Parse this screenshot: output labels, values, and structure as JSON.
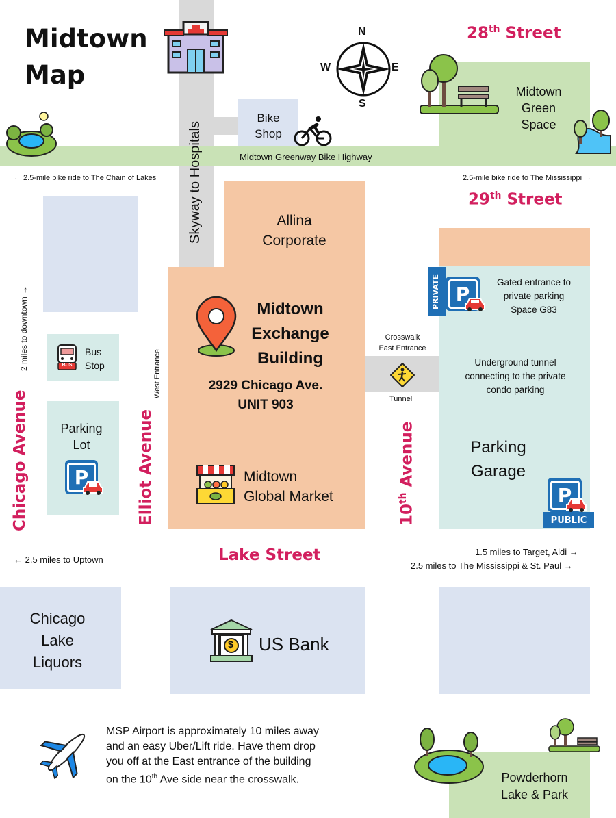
{
  "title": [
    "Midtown",
    "Map"
  ],
  "compass": {
    "n": "N",
    "s": "S",
    "e": "E",
    "w": "W"
  },
  "streets": {
    "street28": {
      "num": "28",
      "suffix": "th",
      "word": " Street"
    },
    "street29": {
      "num": "29",
      "suffix": "th",
      "word": " Street"
    },
    "lake": "Lake Street",
    "chicago": "Chicago Avenue",
    "elliot": "Elliot Avenue",
    "tenth": {
      "num": "10",
      "suffix": "th",
      "word": " Avenue"
    },
    "skyway": "Skyway to Hospitals",
    "greenway": "Midtown Greenway Bike Highway"
  },
  "directions": {
    "chain_of_lakes": "← 2.5-mile bike ride to The Chain of Lakes",
    "mississippi_bike": "2.5-mile bike ride to The Mississippi →",
    "downtown": "2 miles to downtown →",
    "uptown": "← 2.5 miles to Uptown",
    "target": "1.5 miles to Target, Aldi →",
    "stpaul": "2.5 miles to The Mississippi & St. Paul →"
  },
  "places": {
    "bike_shop": [
      "Bike",
      "Shop"
    ],
    "green_space": [
      "Midtown",
      "Green",
      "Space"
    ],
    "allina": [
      "Allina",
      "Corporate"
    ],
    "exchange": [
      "Midtown",
      "Exchange",
      "Building"
    ],
    "address": [
      "2929 Chicago Ave.",
      "UNIT 903"
    ],
    "market": [
      "Midtown",
      "Global Market"
    ],
    "bus_stop": [
      "Bus",
      "Stop"
    ],
    "bus_sign": "BUS",
    "parking_lot": [
      "Parking",
      "Lot"
    ],
    "parking_garage": [
      "Parking",
      "Garage"
    ],
    "gated": [
      "Gated entrance to",
      "private parking",
      "Space G83"
    ],
    "tunnel_desc": [
      "Underground tunnel",
      "connecting to the private",
      "condo parking"
    ],
    "crosswalk": [
      "Crosswalk",
      "East Entrance"
    ],
    "tunnel": "Tunnel",
    "west_entrance": "West  Entrance",
    "private": "PRIVATE",
    "public": "PUBLIC",
    "p_letter": "P",
    "liquors": [
      "Chicago",
      "Lake",
      "Liquors"
    ],
    "bank": "US Bank",
    "powderhorn": [
      "Powderhorn",
      "Lake & Park"
    ]
  },
  "airport_note": [
    "MSP Airport is approximately 10 miles away",
    "and an easy Uber/Lift ride. Have them drop",
    "you off at the East entrance of the building",
    "on the 10",
    "th",
    " Ave side near the crosswalk."
  ],
  "colors": {
    "street_label": "#d21f5e",
    "parking_blue": "#1f6fb5",
    "building_orange": "#f5c7a4",
    "green_space": "#c9e2b6",
    "block_blue": "#dbe3f1",
    "garage_teal": "#d6ebe8"
  }
}
